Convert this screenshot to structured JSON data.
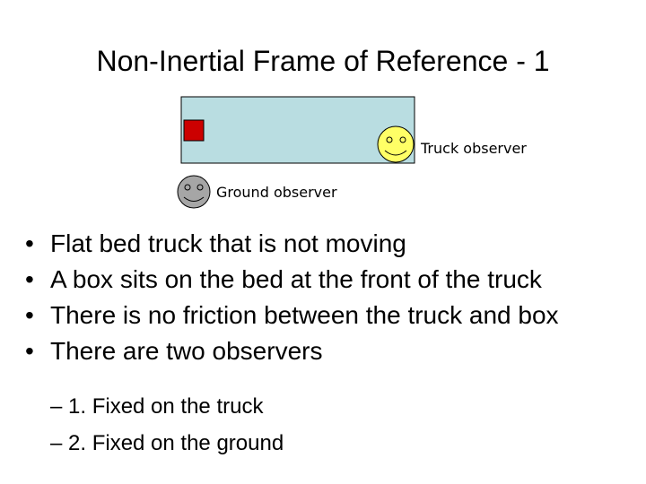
{
  "slide": {
    "title": "Non-Inertial Frame of Reference - 1"
  },
  "diagram": {
    "truck_observer_label": "Truck observer",
    "ground_observer_label": "Ground observer",
    "colors": {
      "truck_bed": "#b9dde1",
      "box": "#cc0000",
      "truck_face": "#ffff66",
      "ground_face": "#a6a6a6"
    }
  },
  "bullets": [
    {
      "marker": "•",
      "text": "Flat bed truck that is not moving"
    },
    {
      "marker": "•",
      "text": "A box sits on the bed at the front of the truck"
    },
    {
      "marker": "•",
      "text": "There is no friction between the truck and box"
    },
    {
      "marker": "•",
      "text": "There are two observers"
    }
  ],
  "sub_bullets": [
    {
      "text": "– 1. Fixed on the truck"
    },
    {
      "text": "– 2. Fixed on the ground"
    }
  ]
}
